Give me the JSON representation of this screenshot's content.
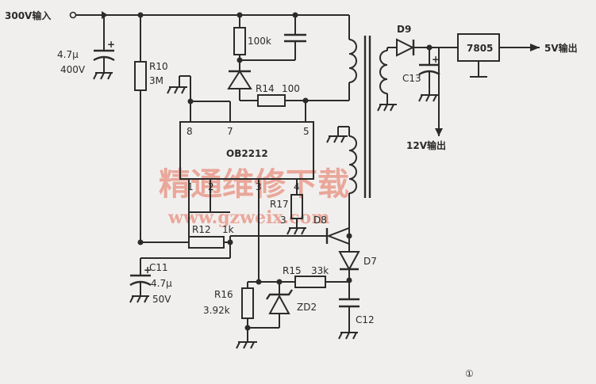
{
  "labels": {
    "input": "300V输入",
    "c_top_val1": "4.7μ",
    "c_top_val2": "400V",
    "r10": "R10",
    "r10_val": "3M",
    "r100k": "100k",
    "r14": "R14",
    "r14_val": "100",
    "d9": "D9",
    "reg": "7805",
    "out5": "5V输出",
    "c13": "C13",
    "out12": "12V输出",
    "ic": "OB2212",
    "pin8": "8",
    "pin7": "7",
    "pin5": "5",
    "pin1": "1",
    "pin2": "2",
    "pin3": "3",
    "pin4": "4",
    "r17": "R17",
    "r17_val": "3",
    "d8": "D8",
    "r12": "R12",
    "r12_val": "1k",
    "c11": "C11",
    "c11_val1": "4.7μ",
    "c11_val2": "50V",
    "d7": "D7",
    "r15": "R15",
    "r15_val": "33k",
    "r16": "R16",
    "r16_val": "3.92k",
    "zd2": "ZD2",
    "c12": "C12",
    "fig": "①"
  },
  "watermark": {
    "cn": "精通维修下载",
    "url": "www.gzweix.com"
  }
}
